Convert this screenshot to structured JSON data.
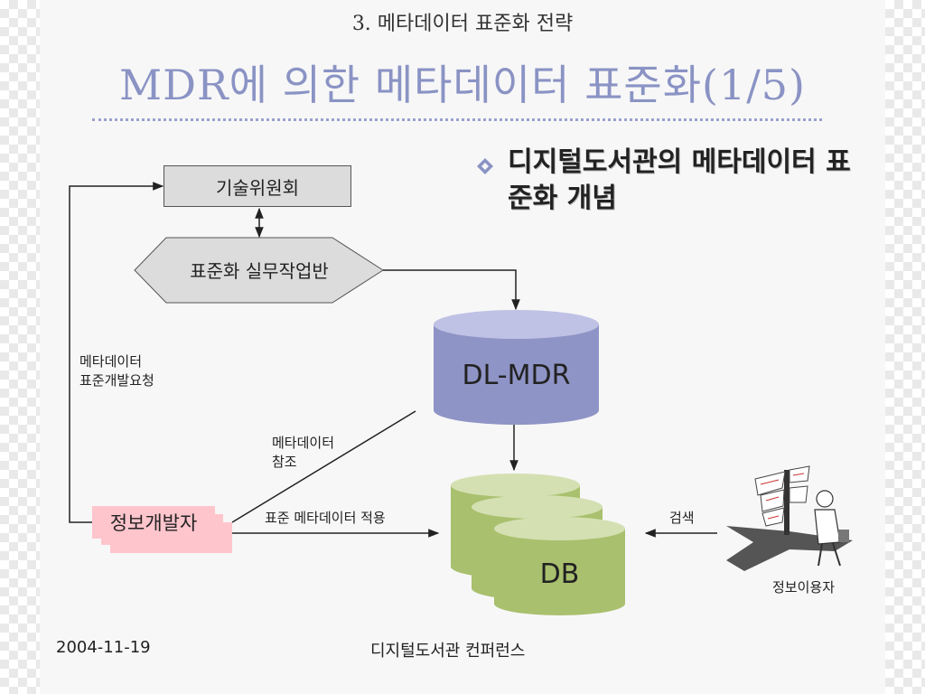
{
  "slide": {
    "section_title": "3. 메타데이터 표준화 전략",
    "title": "MDR에 의한 메타데이터 표준화(1/5)",
    "bullet": "디지털도서관의 메타데이터 표준화 개념"
  },
  "diagram": {
    "committee": "기술위원회",
    "working_group": "표준화 실무작업반",
    "mdr": "DL-MDR",
    "db": "DB",
    "developer": "정보개발자",
    "user": "정보이용자",
    "request_label": "메타데이터\n표준개발요청",
    "reference_label": "메타데이터\n참조",
    "apply_label": "표준 메타데이터 적용",
    "search_label": "검색"
  },
  "footer": {
    "date": "2004-11-19",
    "conference": "디지털도서관 컨퍼런스"
  },
  "colors": {
    "title": "#8a93c4",
    "mdr_body": "#8f94c6",
    "mdr_top": "#bfc2e4",
    "db_body": "#a9c06e",
    "db_top": "#d4e0b2",
    "developer_card": "#ffc5cc"
  }
}
